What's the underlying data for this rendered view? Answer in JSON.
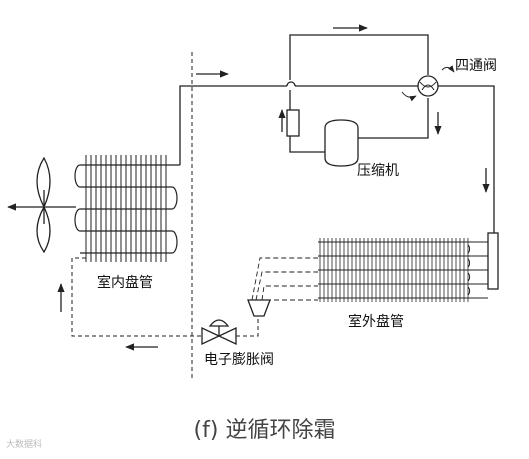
{
  "labels": {
    "four_way_valve": "四通阀",
    "compressor": "压缩机",
    "indoor_coil": "室内盘管",
    "outdoor_coil": "室外盘管",
    "expansion_valve": "电子膨胀阀"
  },
  "caption": "(f) 逆循环除霜",
  "watermark": "大数据科"
}
